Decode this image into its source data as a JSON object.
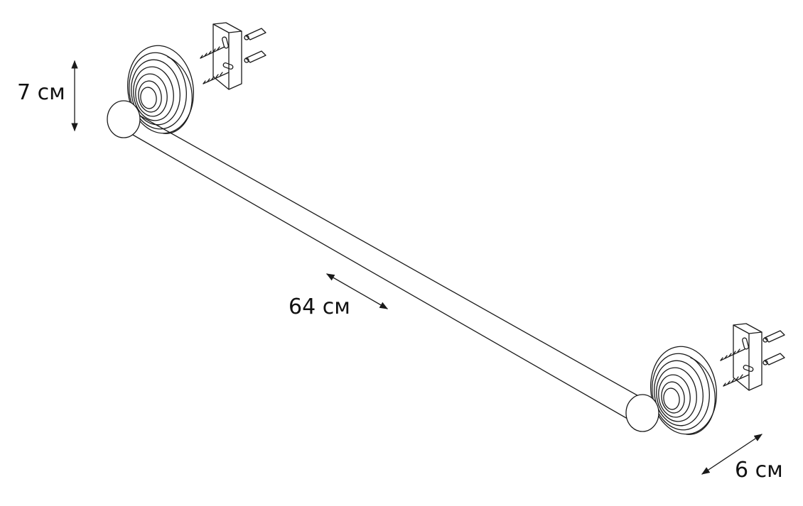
{
  "dimensions": {
    "height": "7 см",
    "length": "64 см",
    "depth": "6 см"
  },
  "colors": {
    "line": "#1a1a1a",
    "background": "#ffffff"
  }
}
